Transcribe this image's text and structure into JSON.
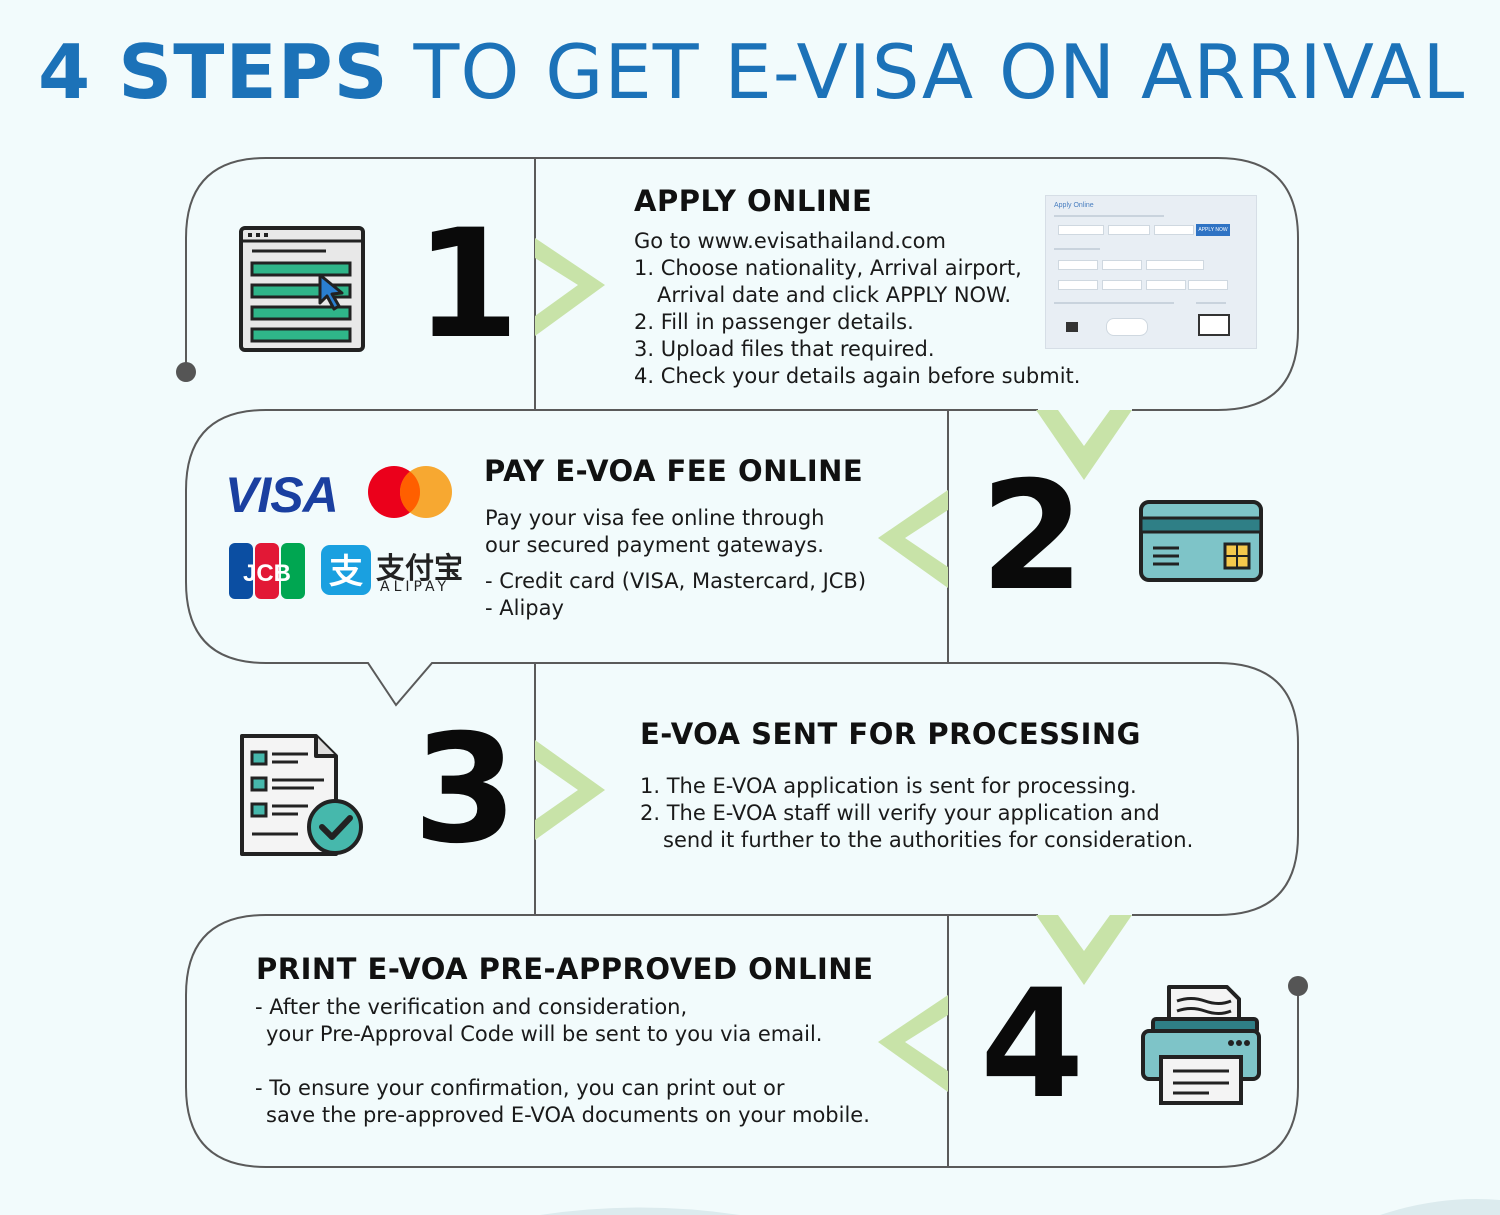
{
  "title": {
    "bold": "4 STEPS",
    "rest": "TO GET E-VISA ON ARRIVAL"
  },
  "colors": {
    "title": "#1c72b8",
    "frame_line": "#555555",
    "chevron": "#c8e3a8",
    "icon_green": "#2fb589",
    "card_teal": "#7ec4c8",
    "check_teal": "#46b8ac"
  },
  "steps": [
    {
      "number": "1",
      "icon": "web-form-cursor-icon",
      "heading": "APPLY ONLINE",
      "lines": [
        "Go to www.evisathailand.com",
        "1. Choose nationality, Arrival airport,",
        "Arrival date and click APPLY NOW.",
        "2. Fill in passenger details.",
        "3. Upload files that required.",
        "4. Check your details again before submit."
      ],
      "mockup": {
        "title": "Apply Online",
        "button": "APPLY NOW"
      }
    },
    {
      "number": "2",
      "icon": "credit-card-icon",
      "heading": "PAY E-VOA FEE ONLINE",
      "lines": [
        "Pay your visa fee online through",
        "our secured payment gateways.",
        "- Credit card (VISA, Mastercard, JCB)",
        "- Alipay"
      ],
      "logos": {
        "visa": "VISA",
        "jcb": "JCB",
        "alipay_cn": "支付宝",
        "alipay_en": "ALIPAY"
      }
    },
    {
      "number": "3",
      "icon": "checklist-document-icon",
      "heading": "E-VOA SENT FOR PROCESSING",
      "lines": [
        "1. The E-VOA application is sent for processing.",
        "2. The E-VOA staff will verify your application and",
        "send it further to the authorities for consideration."
      ]
    },
    {
      "number": "4",
      "icon": "printer-icon",
      "heading": "PRINT E-VOA PRE-APPROVED ONLINE",
      "lines": [
        "- After the verification and consideration,",
        "your Pre-Approval Code will be sent to you via email.",
        "- To ensure your confirmation, you can print out or",
        "save the pre-approved E-VOA documents on your mobile."
      ]
    }
  ]
}
